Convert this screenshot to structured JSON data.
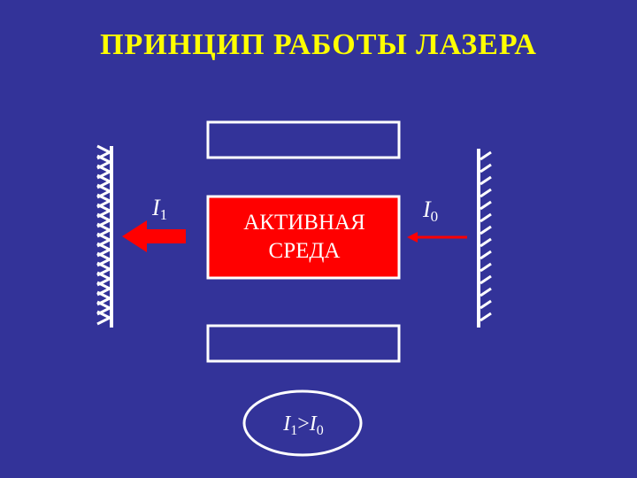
{
  "title": "ПРИНЦИП РАБОТЫ ЛАЗЕРА",
  "active_medium": {
    "line1": "АКТИВНАЯ",
    "line2": "СРЕДА"
  },
  "labels": {
    "left_intensity": {
      "symbol": "I",
      "sub": "1"
    },
    "right_intensity": {
      "symbol": "I",
      "sub": "0"
    }
  },
  "condition": {
    "a_symbol": "I",
    "a_sub": "1",
    "op": ">",
    "b_symbol": "I",
    "b_sub": "0"
  },
  "colors": {
    "background": "#333399",
    "title": "#ffff00",
    "medium": "#ff0000",
    "arrow": "#ff0000",
    "outline": "#ffffff"
  },
  "icons": {
    "left_mirror": "mirror-hatched-icon",
    "right_mirror": "mirror-hatched-icon",
    "left_arrow": "arrow-left-icon",
    "right_arrow": "arrow-left-icon"
  }
}
